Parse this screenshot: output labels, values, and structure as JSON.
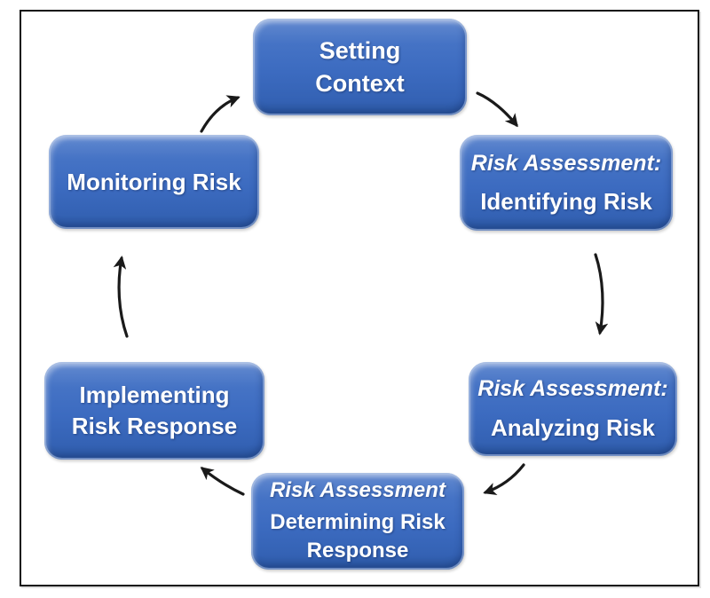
{
  "diagram": {
    "type": "cycle",
    "nodes": [
      {
        "id": "setting-context",
        "prefix": "",
        "label": "Setting Context"
      },
      {
        "id": "identifying-risk",
        "prefix": "Risk Assessment:",
        "label": "Identifying Risk"
      },
      {
        "id": "analyzing-risk",
        "prefix": "Risk Assessment:",
        "label": "Analyzing Risk"
      },
      {
        "id": "determining-risk-response",
        "prefix": "Risk Assessment",
        "label": "Determining Risk Response"
      },
      {
        "id": "implementing-risk-response",
        "prefix": "",
        "label": "Implementing Risk Response"
      },
      {
        "id": "monitoring-risk",
        "prefix": "",
        "label": "Monitoring Risk"
      }
    ],
    "arrows": [
      {
        "from": "setting-context",
        "to": "identifying-risk"
      },
      {
        "from": "identifying-risk",
        "to": "analyzing-risk"
      },
      {
        "from": "analyzing-risk",
        "to": "determining-risk-response"
      },
      {
        "from": "determining-risk-response",
        "to": "implementing-risk-response"
      },
      {
        "from": "implementing-risk-response",
        "to": "monitoring-risk"
      },
      {
        "from": "monitoring-risk",
        "to": "setting-context"
      }
    ],
    "colors": {
      "box_fill": "#3C6BC0",
      "box_highlight": "#83A0D8",
      "box_shadow_edge": "#2C58A3",
      "text": "#FFFFFF",
      "arrow": "#1A1A1A",
      "frame_border": "#111111",
      "background": "#FFFFFF"
    }
  }
}
